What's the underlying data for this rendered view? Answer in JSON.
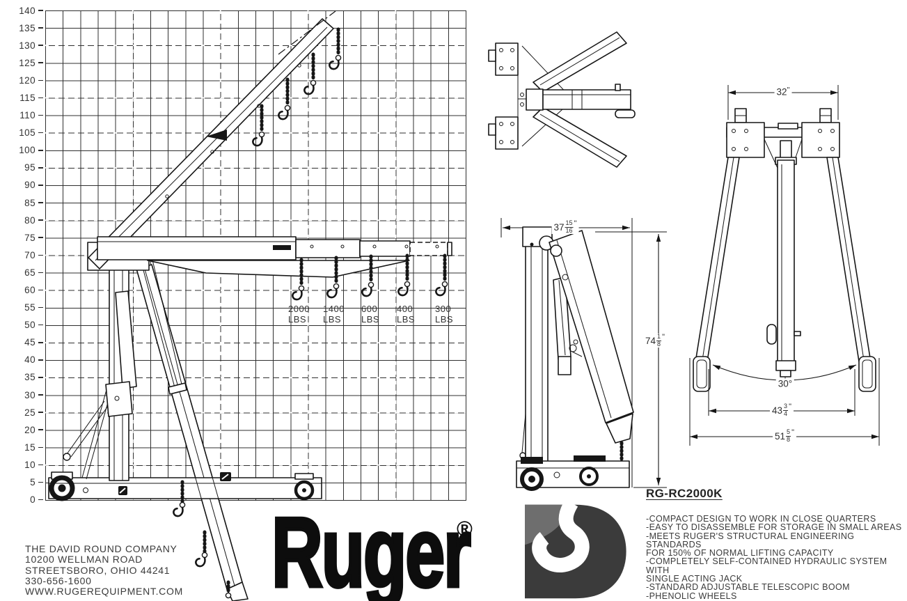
{
  "chart": {
    "type": "diagram",
    "y_axis_unit_step": 5,
    "y_ticks": [
      "140",
      "135",
      "130",
      "125",
      "120",
      "115",
      "110",
      "105",
      "100",
      "95",
      "90",
      "85",
      "80",
      "75",
      "70",
      "65",
      "60",
      "55",
      "50",
      "45",
      "40",
      "35",
      "30",
      "25",
      "20",
      "15",
      "10",
      "5",
      "0"
    ],
    "load_labels": [
      {
        "value": "2000",
        "unit": "LBS"
      },
      {
        "value": "1400",
        "unit": "LBS"
      },
      {
        "value": "600",
        "unit": "LBS"
      },
      {
        "value": "400",
        "unit": "LBS"
      },
      {
        "value": "300",
        "unit": "LBS"
      }
    ]
  },
  "dimensions": {
    "top_width": {
      "whole": "32",
      "unit": "\""
    },
    "folded_depth": {
      "whole": "37",
      "num": "15",
      "den": "16",
      "unit": "\""
    },
    "folded_height": {
      "whole": "74",
      "num": "1",
      "den": "8",
      "unit": "\""
    },
    "leg_angle": "30°",
    "inner_track": {
      "whole": "43",
      "num": "3",
      "den": "4",
      "unit": "\""
    },
    "outer_track": {
      "whole": "51",
      "num": "5",
      "den": "8",
      "unit": "\""
    }
  },
  "branding": {
    "logo_text": "Ruger",
    "registered_mark": "®"
  },
  "company": {
    "lines": [
      "THE DAVID ROUND COMPANY",
      "10200 WELLMAN ROAD",
      "STREETSBORO, OHIO 44241",
      "330-656-1600",
      "WWW.RUGEREQUIPMENT.COM"
    ]
  },
  "product": {
    "model": "RG-RC2000K",
    "features": [
      "-COMPACT DESIGN TO WORK IN CLOSE QUARTERS",
      "-EASY TO DISASSEMBLE FOR STORAGE IN SMALL AREAS",
      "-MEETS RUGER'S STRUCTURAL ENGINEERING STANDARDS",
      "FOR 150% OF NORMAL LIFTING CAPACITY",
      "-COMPLETELY SELF-CONTAINED HYDRAULIC SYSTEM WITH",
      "SINGLE ACTING JACK",
      "-STANDARD ADJUSTABLE TELESCOPIC BOOM",
      "-PHENOLIC WHEELS"
    ]
  }
}
